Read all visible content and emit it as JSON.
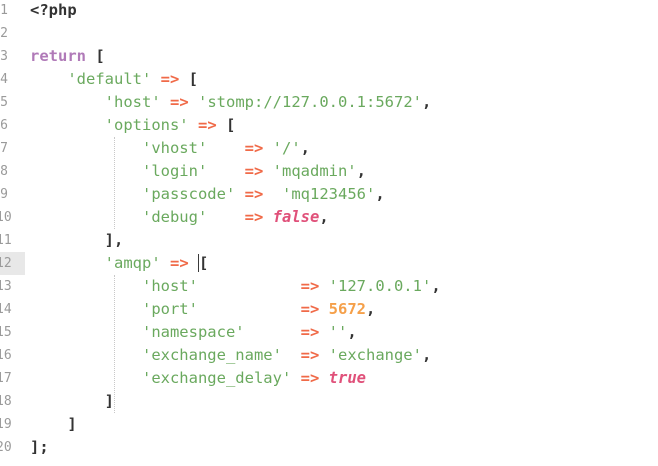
{
  "editor": {
    "language": "php",
    "current_line_index": 11,
    "colors": {
      "keyword": "#b07ab8",
      "string": "#6aa95e",
      "operator": "#f06a48",
      "number": "#f5a04a",
      "boolean": "#e0517a",
      "punct": "#333333",
      "gutter": "#9a9a9a",
      "current_line_gutter": "#e8e8e8"
    },
    "lines": [
      {
        "num": "1",
        "tokens": [
          {
            "t": "php",
            "v": "<?php"
          }
        ]
      },
      {
        "num": "2",
        "tokens": []
      },
      {
        "num": "3",
        "tokens": [
          {
            "t": "kw",
            "v": "return"
          },
          {
            "t": "p",
            "v": " ["
          }
        ]
      },
      {
        "num": "4",
        "tokens": [
          {
            "t": "p",
            "v": "    "
          },
          {
            "t": "str",
            "v": "'default'"
          },
          {
            "t": "p",
            "v": " "
          },
          {
            "t": "op",
            "v": "=>"
          },
          {
            "t": "p",
            "v": " ["
          }
        ]
      },
      {
        "num": "5",
        "tokens": [
          {
            "t": "p",
            "v": "        "
          },
          {
            "t": "str",
            "v": "'host'"
          },
          {
            "t": "p",
            "v": " "
          },
          {
            "t": "op",
            "v": "=>"
          },
          {
            "t": "p",
            "v": " "
          },
          {
            "t": "str",
            "v": "'stomp://127.0.0.1:5672'"
          },
          {
            "t": "p",
            "v": ","
          }
        ]
      },
      {
        "num": "6",
        "tokens": [
          {
            "t": "p",
            "v": "        "
          },
          {
            "t": "str",
            "v": "'options'"
          },
          {
            "t": "p",
            "v": " "
          },
          {
            "t": "op",
            "v": "=>"
          },
          {
            "t": "p",
            "v": " ["
          }
        ]
      },
      {
        "num": "7",
        "tokens": [
          {
            "t": "p",
            "v": "            "
          },
          {
            "t": "str",
            "v": "'vhost'"
          },
          {
            "t": "p",
            "v": "    "
          },
          {
            "t": "op",
            "v": "=>"
          },
          {
            "t": "p",
            "v": " "
          },
          {
            "t": "str",
            "v": "'/'"
          },
          {
            "t": "p",
            "v": ","
          }
        ]
      },
      {
        "num": "8",
        "tokens": [
          {
            "t": "p",
            "v": "            "
          },
          {
            "t": "str",
            "v": "'login'"
          },
          {
            "t": "p",
            "v": "    "
          },
          {
            "t": "op",
            "v": "=>"
          },
          {
            "t": "p",
            "v": " "
          },
          {
            "t": "str",
            "v": "'mqadmin'"
          },
          {
            "t": "p",
            "v": ","
          }
        ]
      },
      {
        "num": "9",
        "tokens": [
          {
            "t": "p",
            "v": "            "
          },
          {
            "t": "str",
            "v": "'passcode'"
          },
          {
            "t": "p",
            "v": " "
          },
          {
            "t": "op",
            "v": "=>"
          },
          {
            "t": "p",
            "v": "  "
          },
          {
            "t": "str",
            "v": "'mq123456'"
          },
          {
            "t": "p",
            "v": ","
          }
        ]
      },
      {
        "num": "10",
        "tokens": [
          {
            "t": "p",
            "v": "            "
          },
          {
            "t": "str",
            "v": "'debug'"
          },
          {
            "t": "p",
            "v": "    "
          },
          {
            "t": "op",
            "v": "=>"
          },
          {
            "t": "p",
            "v": " "
          },
          {
            "t": "bool",
            "v": "false"
          },
          {
            "t": "p",
            "v": ","
          }
        ]
      },
      {
        "num": "11",
        "tokens": [
          {
            "t": "p",
            "v": "        ],"
          }
        ]
      },
      {
        "num": "12",
        "tokens": [
          {
            "t": "p",
            "v": "        "
          },
          {
            "t": "str",
            "v": "'amqp'"
          },
          {
            "t": "p",
            "v": " "
          },
          {
            "t": "op",
            "v": "=>"
          },
          {
            "t": "p",
            "v": " "
          },
          {
            "t": "cur",
            "v": "["
          }
        ]
      },
      {
        "num": "13",
        "tokens": [
          {
            "t": "p",
            "v": "            "
          },
          {
            "t": "str",
            "v": "'host'"
          },
          {
            "t": "p",
            "v": "           "
          },
          {
            "t": "op",
            "v": "=>"
          },
          {
            "t": "p",
            "v": " "
          },
          {
            "t": "str",
            "v": "'127.0.0.1'"
          },
          {
            "t": "p",
            "v": ","
          }
        ]
      },
      {
        "num": "14",
        "tokens": [
          {
            "t": "p",
            "v": "            "
          },
          {
            "t": "str",
            "v": "'port'"
          },
          {
            "t": "p",
            "v": "           "
          },
          {
            "t": "op",
            "v": "=>"
          },
          {
            "t": "p",
            "v": " "
          },
          {
            "t": "num",
            "v": "5672"
          },
          {
            "t": "p",
            "v": ","
          }
        ]
      },
      {
        "num": "15",
        "tokens": [
          {
            "t": "p",
            "v": "            "
          },
          {
            "t": "str",
            "v": "'namespace'"
          },
          {
            "t": "p",
            "v": "      "
          },
          {
            "t": "op",
            "v": "=>"
          },
          {
            "t": "p",
            "v": " "
          },
          {
            "t": "str",
            "v": "''"
          },
          {
            "t": "p",
            "v": ","
          }
        ]
      },
      {
        "num": "16",
        "tokens": [
          {
            "t": "p",
            "v": "            "
          },
          {
            "t": "str",
            "v": "'exchange_name'"
          },
          {
            "t": "p",
            "v": "  "
          },
          {
            "t": "op",
            "v": "=>"
          },
          {
            "t": "p",
            "v": " "
          },
          {
            "t": "str",
            "v": "'exchange'"
          },
          {
            "t": "p",
            "v": ","
          }
        ]
      },
      {
        "num": "17",
        "tokens": [
          {
            "t": "p",
            "v": "            "
          },
          {
            "t": "str",
            "v": "'exchange_delay'"
          },
          {
            "t": "p",
            "v": " "
          },
          {
            "t": "op",
            "v": "=>"
          },
          {
            "t": "p",
            "v": " "
          },
          {
            "t": "bool",
            "v": "true"
          }
        ]
      },
      {
        "num": "18",
        "tokens": [
          {
            "t": "p",
            "v": "        ]"
          }
        ]
      },
      {
        "num": "19",
        "tokens": [
          {
            "t": "p",
            "v": "    ]"
          }
        ]
      },
      {
        "num": "20",
        "tokens": [
          {
            "t": "p",
            "v": "];"
          }
        ]
      }
    ]
  }
}
